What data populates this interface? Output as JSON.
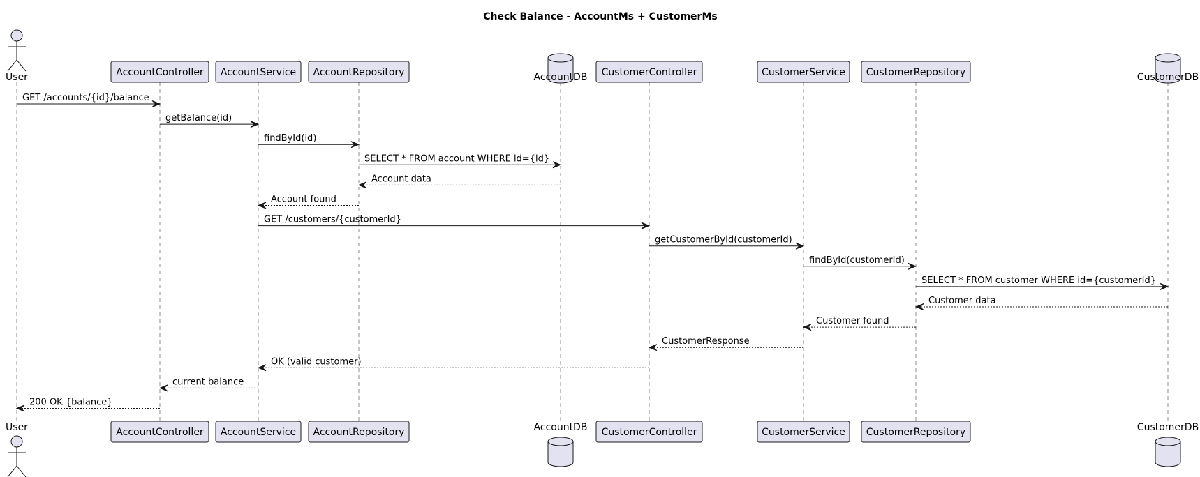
{
  "diagram": {
    "title": "Check Balance - AccountMs + CustomerMs",
    "participants": [
      {
        "id": "user",
        "label": "User",
        "kind": "actor"
      },
      {
        "id": "accountController",
        "label": "AccountController",
        "kind": "participant"
      },
      {
        "id": "accountService",
        "label": "AccountService",
        "kind": "participant"
      },
      {
        "id": "accountRepository",
        "label": "AccountRepository",
        "kind": "participant"
      },
      {
        "id": "accountDb",
        "label": "AccountDB",
        "kind": "database"
      },
      {
        "id": "customerController",
        "label": "CustomerController",
        "kind": "participant"
      },
      {
        "id": "customerService",
        "label": "CustomerService",
        "kind": "participant"
      },
      {
        "id": "customerRepository",
        "label": "CustomerRepository",
        "kind": "participant"
      },
      {
        "id": "customerDb",
        "label": "CustomerDB",
        "kind": "database"
      }
    ],
    "messages": [
      {
        "from": "user",
        "to": "accountController",
        "text": "GET /accounts/{id}/balance",
        "type": "sync"
      },
      {
        "from": "accountController",
        "to": "accountService",
        "text": "getBalance(id)",
        "type": "sync"
      },
      {
        "from": "accountService",
        "to": "accountRepository",
        "text": "findById(id)",
        "type": "sync"
      },
      {
        "from": "accountRepository",
        "to": "accountDb",
        "text": "SELECT * FROM account WHERE id={id}",
        "type": "sync"
      },
      {
        "from": "accountDb",
        "to": "accountRepository",
        "text": "Account data",
        "type": "reply"
      },
      {
        "from": "accountRepository",
        "to": "accountService",
        "text": "Account found",
        "type": "reply"
      },
      {
        "from": "accountService",
        "to": "customerController",
        "text": "GET /customers/{customerId}",
        "type": "sync"
      },
      {
        "from": "customerController",
        "to": "customerService",
        "text": "getCustomerById(customerId)",
        "type": "sync"
      },
      {
        "from": "customerService",
        "to": "customerRepository",
        "text": "findById(customerId)",
        "type": "sync"
      },
      {
        "from": "customerRepository",
        "to": "customerDb",
        "text": "SELECT * FROM customer WHERE id={customerId}",
        "type": "sync"
      },
      {
        "from": "customerDb",
        "to": "customerRepository",
        "text": "Customer data",
        "type": "reply"
      },
      {
        "from": "customerRepository",
        "to": "customerService",
        "text": "Customer found",
        "type": "reply"
      },
      {
        "from": "customerService",
        "to": "customerController",
        "text": "CustomerResponse",
        "type": "reply"
      },
      {
        "from": "customerController",
        "to": "accountService",
        "text": "OK (valid customer)",
        "type": "reply"
      },
      {
        "from": "accountService",
        "to": "accountController",
        "text": "current balance",
        "type": "reply"
      },
      {
        "from": "accountController",
        "to": "user",
        "text": "200 OK {balance}",
        "type": "reply"
      }
    ]
  }
}
